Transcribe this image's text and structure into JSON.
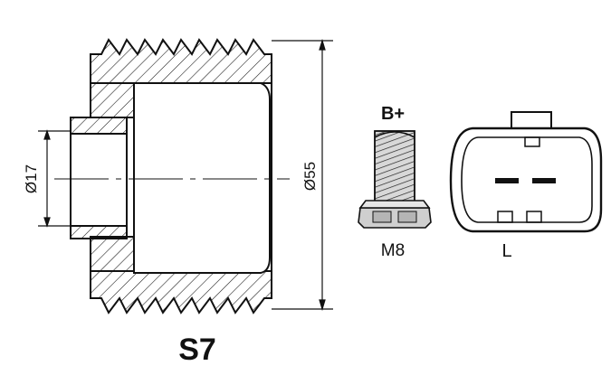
{
  "pulley": {
    "bore_label": "Ø17",
    "outer_label": "Ø55",
    "code": "S7"
  },
  "terminal": {
    "label": "B+",
    "thread": "M8"
  },
  "connector": {
    "label": "L"
  },
  "colors": {
    "line": "#111111",
    "background": "#ffffff"
  }
}
